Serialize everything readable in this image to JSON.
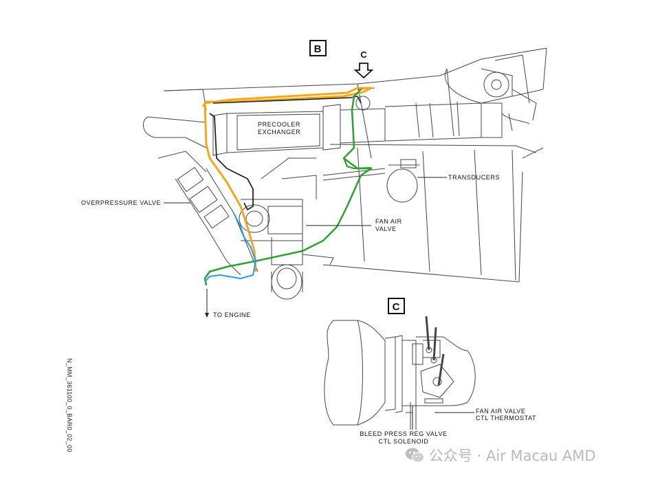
{
  "view_markers": {
    "b": "B",
    "c": "C",
    "c_arrow": "C"
  },
  "labels": {
    "precooler": [
      "PRECOOLER",
      "EXCHANGER"
    ],
    "transducers": "TRANSDUCERS",
    "overpressure_valve": "OVERPRESSURE VALVE",
    "fan_air_valve": [
      "FAN AIR",
      "VALVE"
    ],
    "to_engine": "TO ENGINE",
    "fan_air_valve_thermostat": [
      "FAN AIR VALVE",
      "CTL THERMOSTAT"
    ],
    "bleed_press_reg_valve": [
      "BLEED PRESS REG VALVE",
      "CTL SOLENOID"
    ]
  },
  "figure_ref": "N_MM_361100_0_BAR0_02_00",
  "watermark": {
    "text": "公众号 · Air Macau AMD",
    "logo": "wechat-icon"
  },
  "colors": {
    "line_art": "#444444",
    "orange_line": "#f2a81d",
    "green_line": "#2aa12e",
    "blue_line": "#2b9be0",
    "black_line": "#222222"
  }
}
